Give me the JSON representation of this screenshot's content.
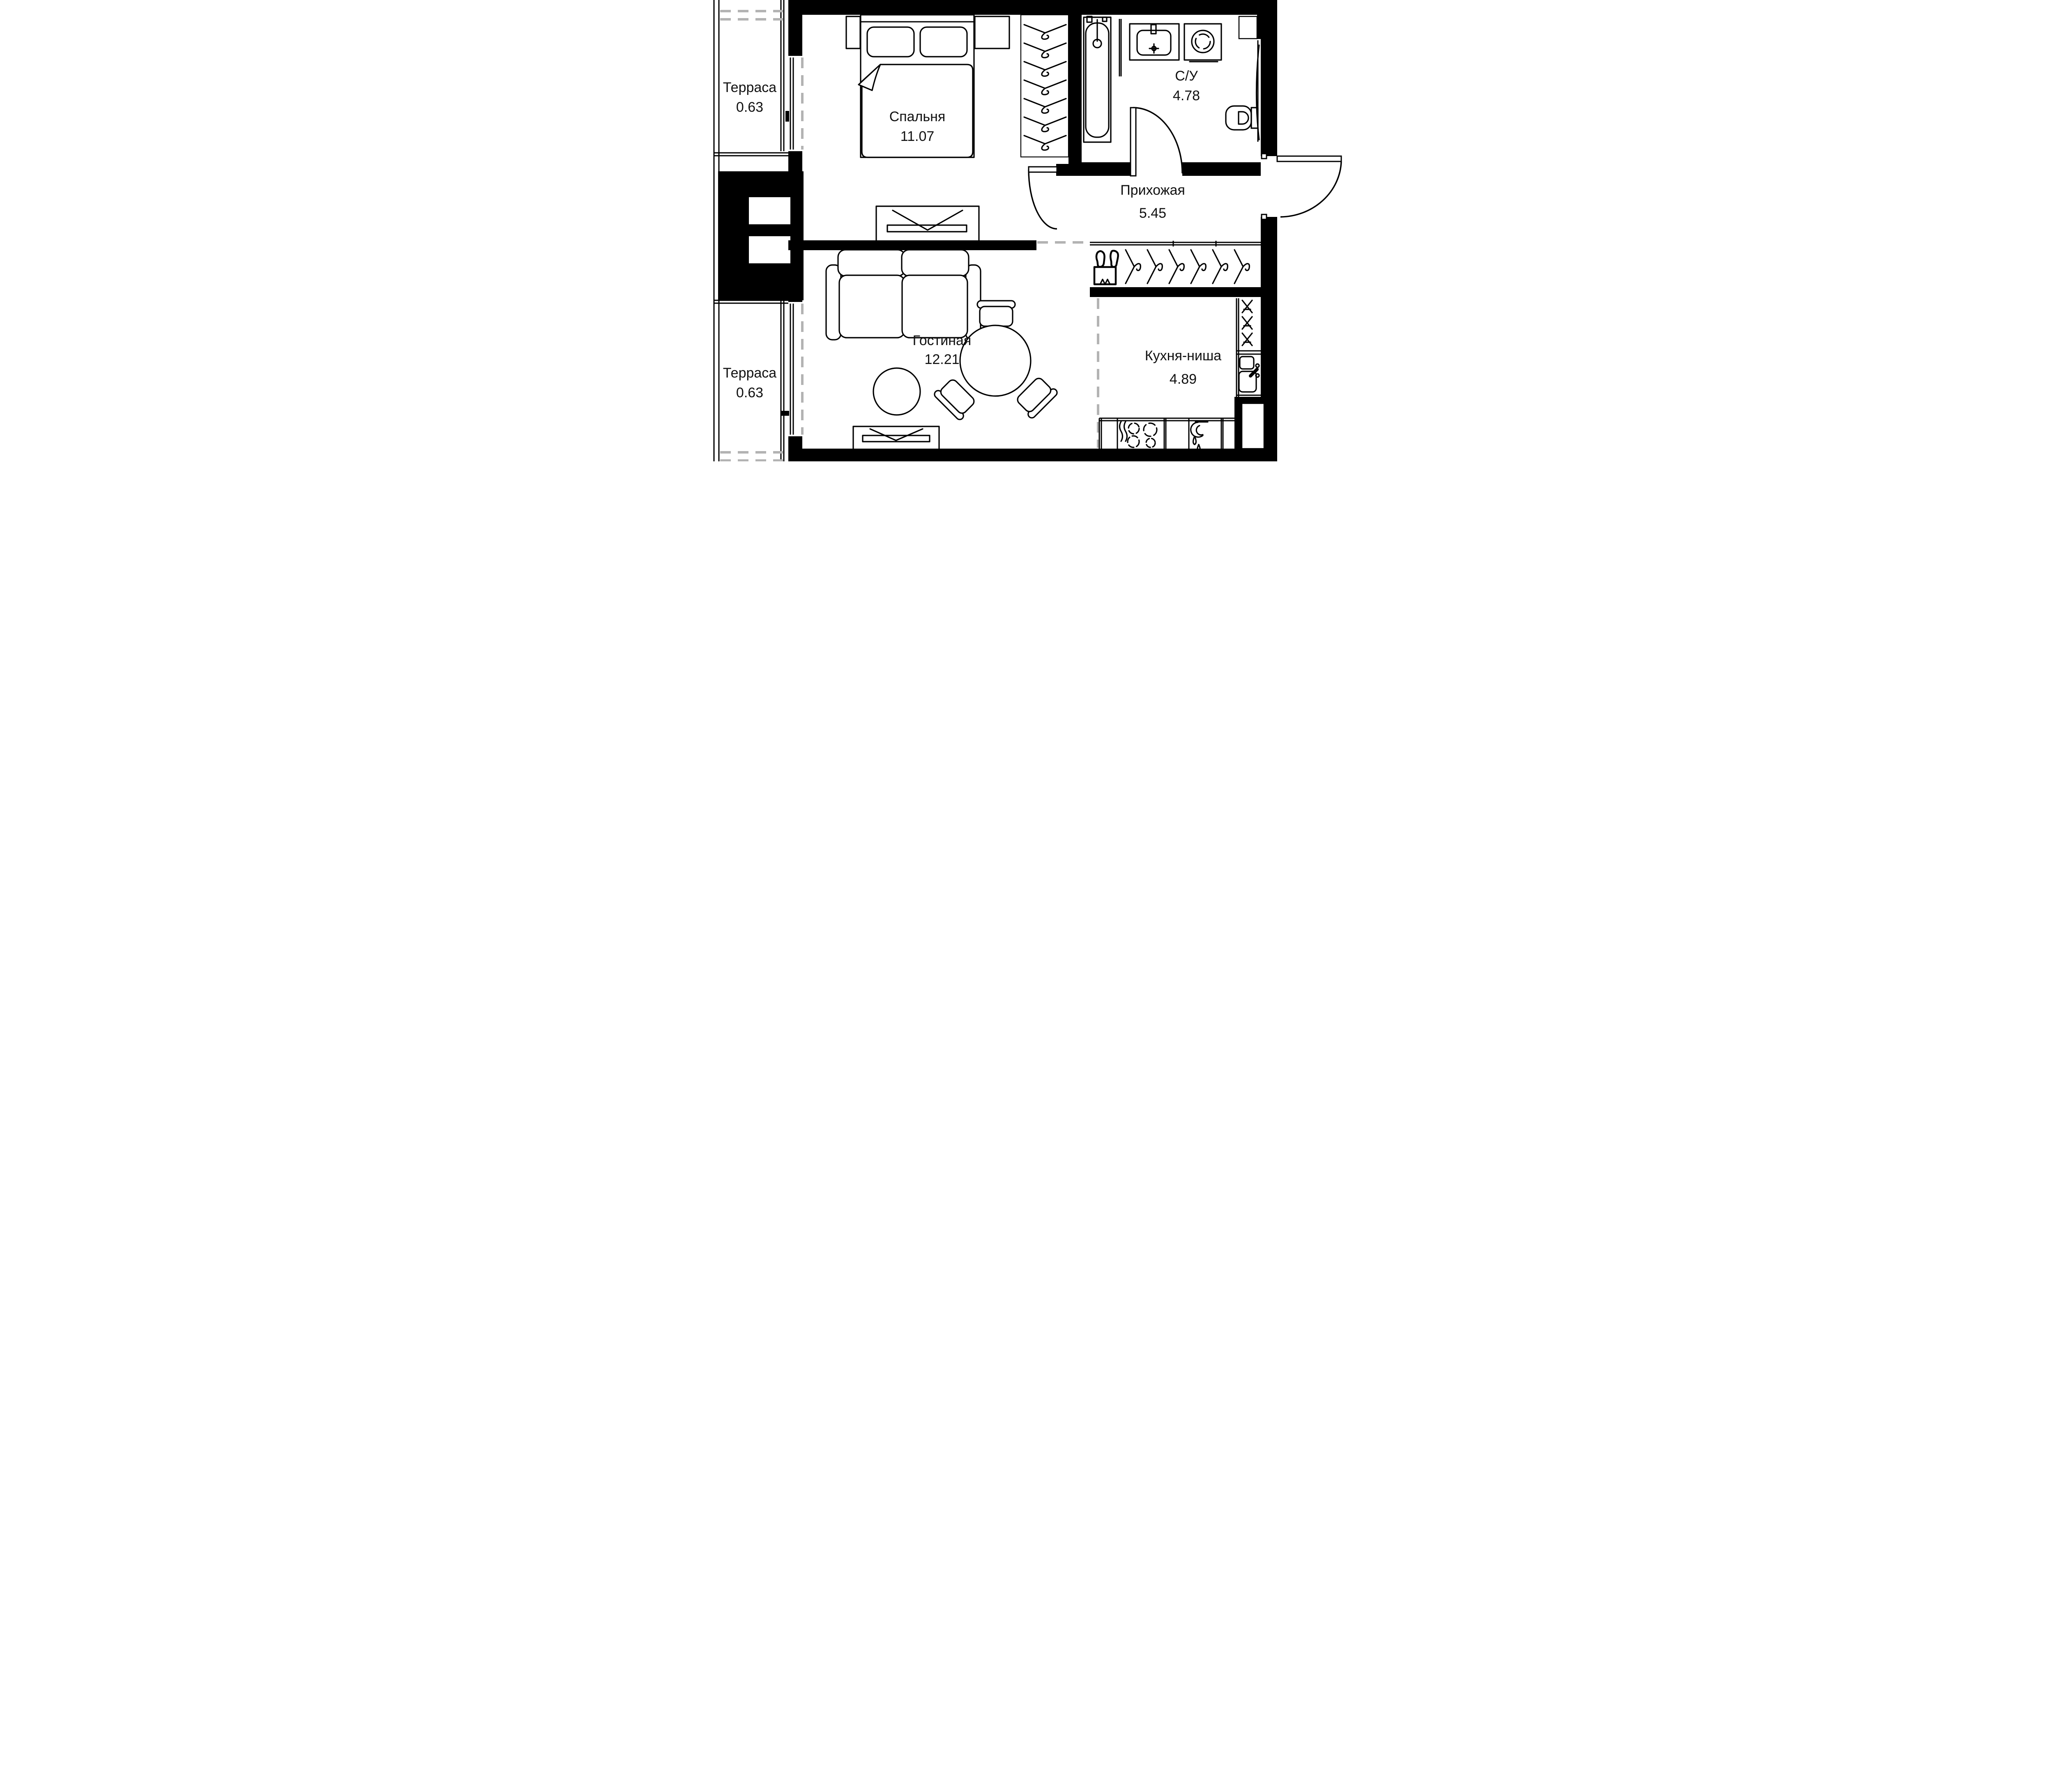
{
  "plan": {
    "title": "apartment-floor-plan",
    "rooms": {
      "terrace_top": {
        "name": "Терраса",
        "area": "0.63"
      },
      "bedroom": {
        "name": "Спальня",
        "area": "11.07"
      },
      "bathroom": {
        "name": "С/У",
        "area": "4.78"
      },
      "hallway": {
        "name": "Прихожая",
        "area": "5.45"
      },
      "living": {
        "name": "Гостиная",
        "area": "12.21"
      },
      "kitchen": {
        "name": "Кухня-ниша",
        "area": "4.89"
      },
      "terrace_bottom": {
        "name": "Терраса",
        "area": "0.63"
      }
    },
    "colors": {
      "walls": "#000000",
      "background": "#ffffff",
      "dashed_boundary": "#b3b3b3",
      "text": "#111111"
    },
    "fixtures": [
      "double-bed-icon",
      "nightstand-icon",
      "dresser-icon",
      "wardrobe-hangers-icon",
      "tv-unit-icon",
      "bathtub-icon",
      "washbasin-icon",
      "washing-machine-icon",
      "toilet-icon",
      "towel-rail-icon",
      "entrance-door-icon",
      "interior-door-icon",
      "closet-hangers-icon",
      "shoes-icon",
      "fridge-cabinet-icon",
      "kitchen-sink-icon",
      "stove-icon",
      "kettle-icon",
      "sofa-icon",
      "rug-icon",
      "dining-table-icon",
      "chair-icon"
    ]
  }
}
